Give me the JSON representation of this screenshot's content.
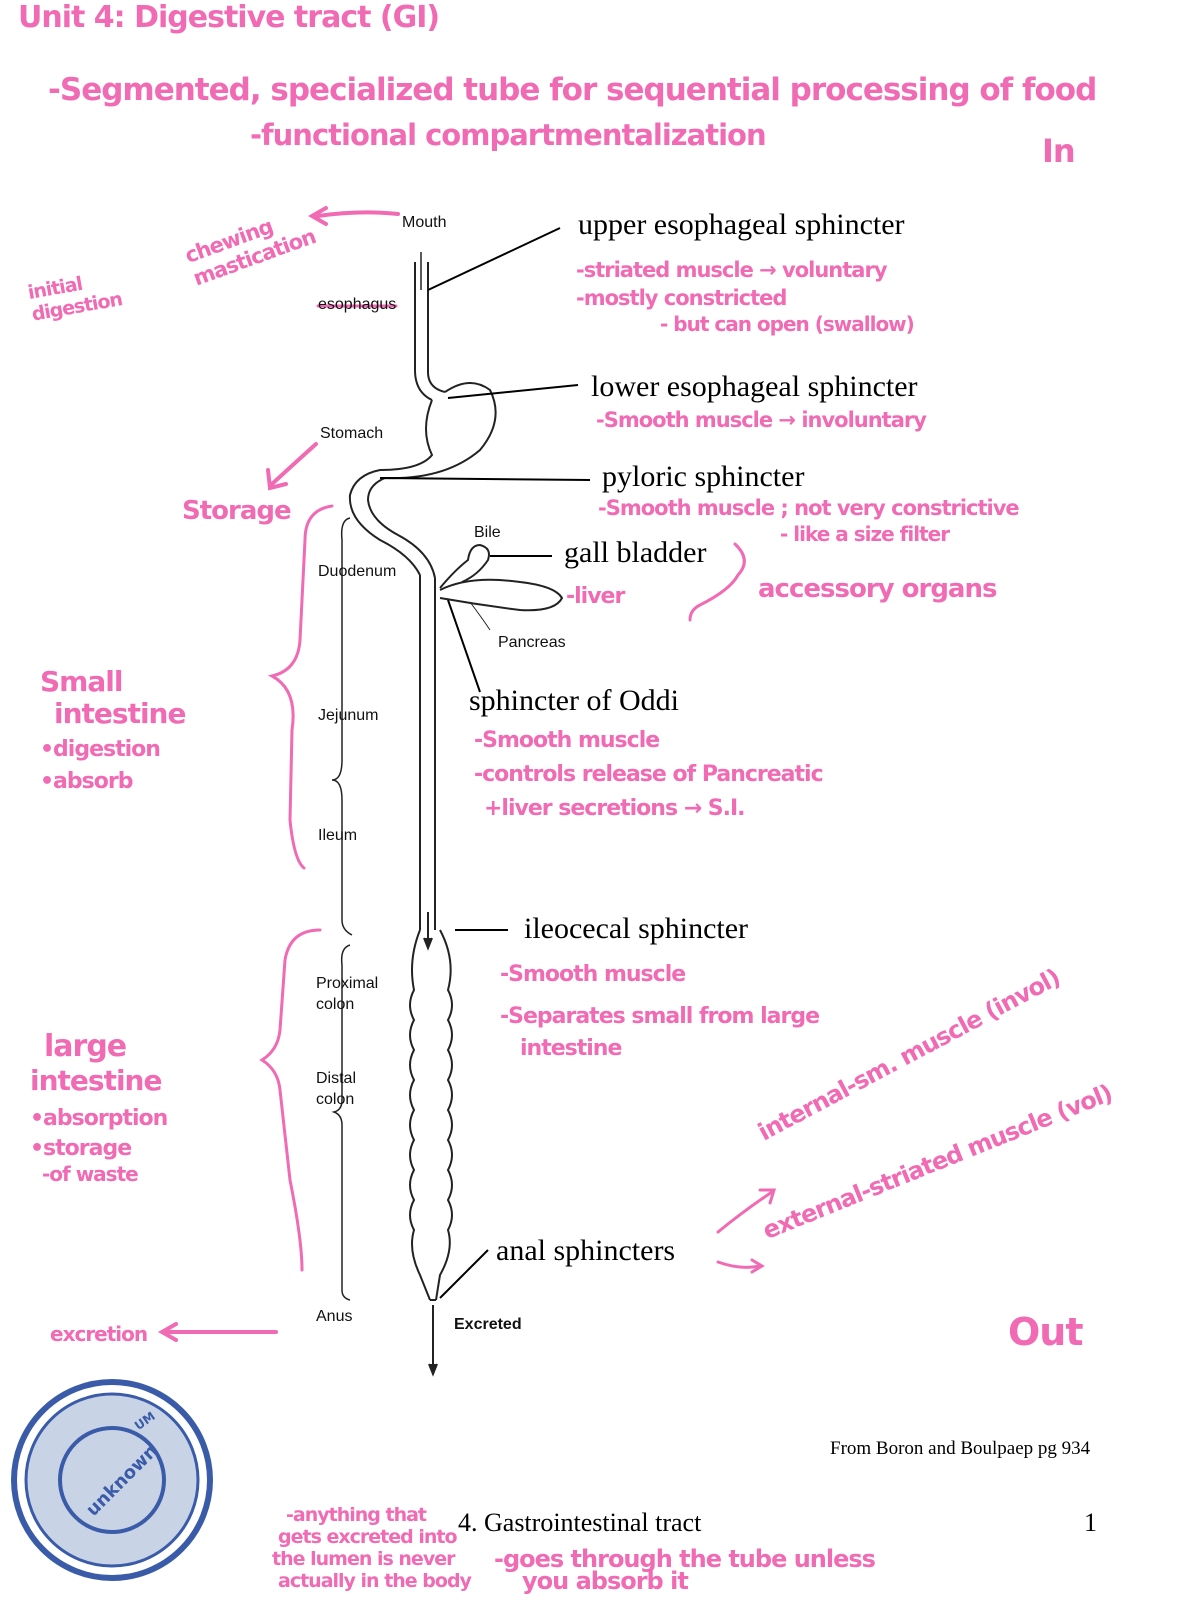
{
  "title": "Unit 4: Digestive tract (GI)",
  "notes_top": [
    "-Segmented, specialized tube for sequential processing of food",
    "-functional compartmentalization"
  ],
  "in_label": "In",
  "out_label": "Out",
  "diagram_labels": {
    "mouth": "Mouth",
    "esophagus": "esophagus",
    "stomach": "Stomach",
    "bile": "Bile",
    "duodenum": "Duodenum",
    "pancreas": "Pancreas",
    "jejunum": "Jejunum",
    "ileum": "Ileum",
    "proximal_colon": [
      "Proximal",
      "colon"
    ],
    "distal_colon": [
      "Distal",
      "colon"
    ],
    "anus": "Anus",
    "excreted": "Excreted"
  },
  "sphincters": [
    {
      "name": "upper esophageal sphincter",
      "notes": [
        "-striated muscle → voluntary",
        "-mostly constricted",
        "- but can open (swallow)"
      ]
    },
    {
      "name": "lower esophageal sphincter",
      "notes": [
        "-Smooth muscle → involuntary"
      ]
    },
    {
      "name": "pyloric sphincter",
      "notes": [
        "-Smooth muscle ; not very constrictive",
        "- like a size filter"
      ]
    },
    {
      "name": "gall bladder",
      "notes": [
        "-liver"
      ]
    },
    {
      "name": "sphincter of Oddi",
      "notes": [
        "-Smooth muscle",
        "-controls release of Pancreatic",
        "+liver secretions → S.I."
      ]
    },
    {
      "name": "ileocecal sphincter",
      "notes": [
        "-Smooth muscle",
        "-Separates small from large",
        "intestine"
      ]
    },
    {
      "name": "anal sphincters",
      "notes": [
        "internal-sm. muscle (invol)",
        "external-striated muscle (vol)"
      ]
    }
  ],
  "accessory_organs": "accessory organs",
  "side_notes": {
    "chewing": [
      "chewing",
      "mastication"
    ],
    "initial_digestion": [
      "initial",
      "digestion"
    ],
    "storage": "Storage",
    "small_intestine": [
      "Small",
      "intestine",
      "•digestion",
      "•absorb"
    ],
    "large_intestine": [
      "large",
      "intestine",
      "•absorption",
      "•storage",
      "-of waste"
    ],
    "excretion": "excretion"
  },
  "bottom_notes": [
    "-anything that",
    "gets excreted into",
    "the lumen is never",
    "actually in the body",
    "-goes through the tube unless",
    "you absorb it"
  ],
  "citation": "From Boron and Boulpaep pg 934",
  "footer_title": "4. Gastrointestinal tract",
  "page_number": "1",
  "stamp_text": [
    "UM",
    "unknown"
  ],
  "colors": {
    "ink": "#f06ab4",
    "stamp": "#3a5ca8",
    "stamp_fill": "#c9d3e6"
  }
}
